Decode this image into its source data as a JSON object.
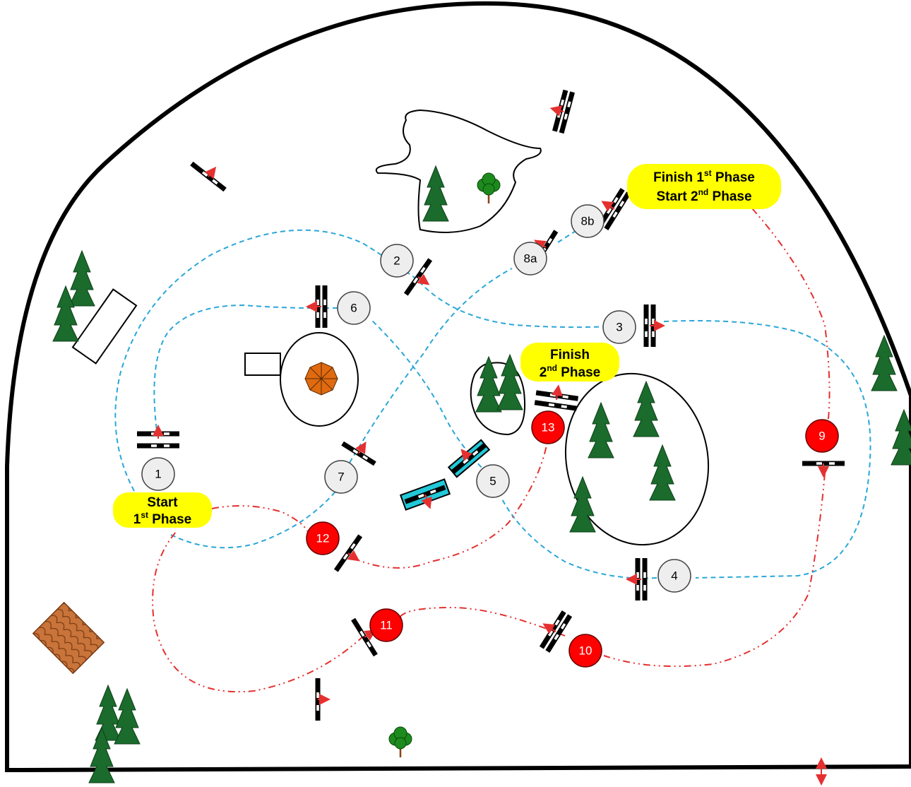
{
  "labels": {
    "start_phase1": {
      "line1": "Start",
      "line2_num": "1",
      "line2_sup": "st",
      "line2_rest": " Phase"
    },
    "finish1_start2": {
      "line1_a": "Finish 1",
      "line1_sup": "st",
      "line1_b": " Phase",
      "line2_a": "Start 2",
      "line2_sup": "nd",
      "line2_b": " Phase"
    },
    "finish_phase2": {
      "line1": "Finish",
      "line2_num": "2",
      "line2_sup": "nd",
      "line2_rest": " Phase"
    }
  },
  "phase1_fences": [
    "1",
    "2",
    "3",
    "4",
    "5",
    "6",
    "7",
    "8a",
    "8b"
  ],
  "phase2_fences": [
    "9",
    "10",
    "11",
    "12",
    "13"
  ],
  "colors": {
    "phase1_path": "#2aa7d8",
    "phase2_path": "#e53030",
    "label_bg": "#ffff00",
    "phase1_marker": "#eeeeee",
    "phase2_marker": "#ff0000",
    "tree": "#1a6b2c",
    "water_jump": "#22c8d8",
    "arena_border": "#000000"
  }
}
